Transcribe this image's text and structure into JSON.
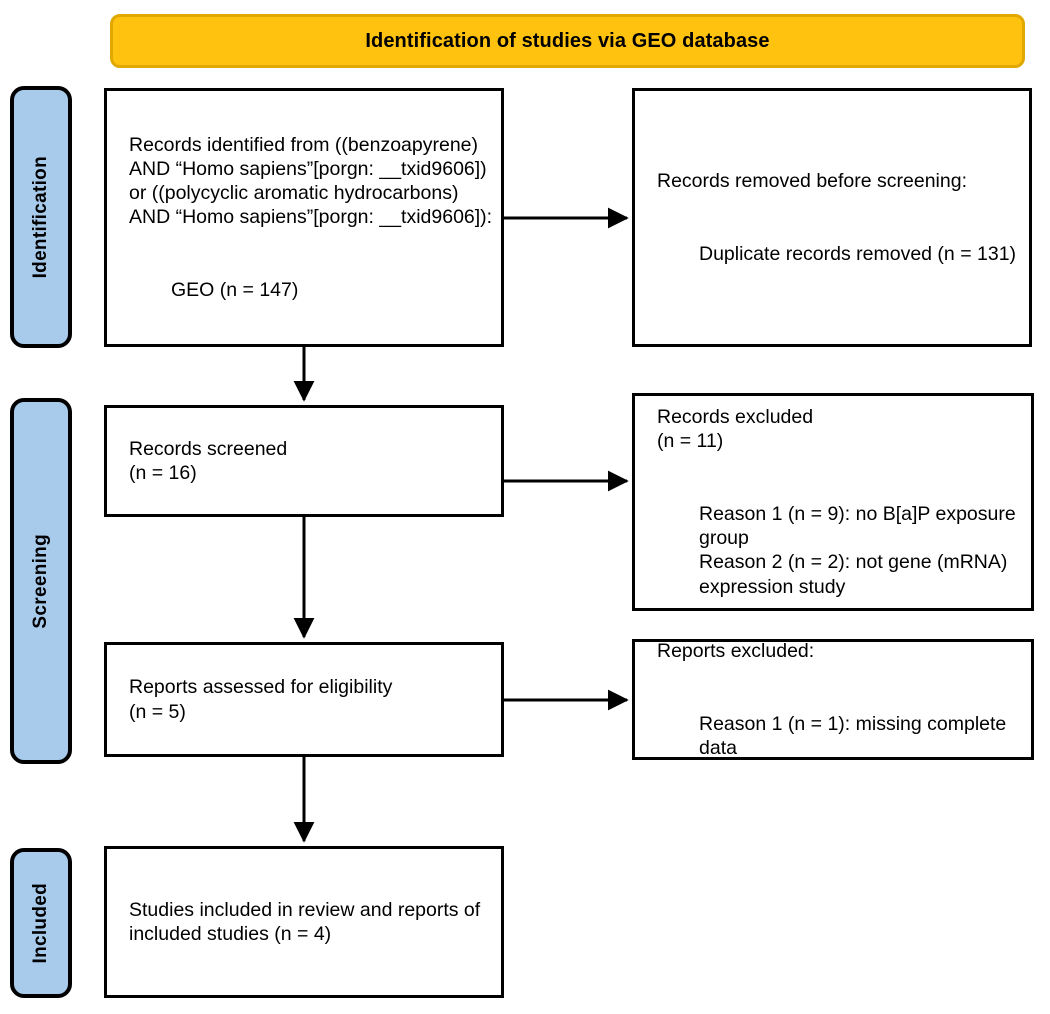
{
  "header": {
    "title": "Identification of studies via GEO database",
    "bg_color": "#FFC20E",
    "border_color": "#E0A800"
  },
  "stages": [
    {
      "id": "identification",
      "label": "Identification",
      "bg_color": "#A8CBEC"
    },
    {
      "id": "screening",
      "label": "Screening",
      "bg_color": "#A8CBEC"
    },
    {
      "id": "included",
      "label": "Included",
      "bg_color": "#A8CBEC"
    }
  ],
  "boxes": {
    "identified": {
      "main": "Records identified from ((benzoapyrene) AND “Homo sapiens”[porgn: __txid9606]) or ((polycyclic aromatic hydrocarbons) AND “Homo sapiens”[porgn: __txid9606]):",
      "sub": "GEO (n = 147)"
    },
    "removed": {
      "main": "Records removed before screening:",
      "sub": "Duplicate records removed (n = 131)"
    },
    "screened": {
      "main": "Records screened\n(n = 16)",
      "sub": ""
    },
    "excluded": {
      "main": "Records excluded\n(n = 11)",
      "sub": "Reason 1 (n = 9): no B[a]P exposure group\nReason 2 (n = 2): not gene (mRNA) expression study"
    },
    "eligibility": {
      "main": "Reports assessed for eligibility\n(n = 5)",
      "sub": ""
    },
    "reports_excluded": {
      "main": "Reports excluded:",
      "sub": "Reason 1 (n = 1): missing complete data"
    },
    "included": {
      "main": "Studies included in review and reports of included studies (n = 4)",
      "sub": ""
    }
  },
  "counts": {
    "geo_identified": 147,
    "duplicates_removed": 131,
    "records_screened": 16,
    "records_excluded": 11,
    "excluded_reason1": 9,
    "excluded_reason2": 2,
    "reports_assessed": 5,
    "reports_excluded_reason1": 1,
    "studies_included": 4
  },
  "connectors": [
    {
      "name": "identified-to-removed",
      "type": "horizontal-arrow"
    },
    {
      "name": "identified-to-screened",
      "type": "vertical-arrow"
    },
    {
      "name": "screened-to-excluded",
      "type": "horizontal-arrow"
    },
    {
      "name": "screened-to-eligibility",
      "type": "vertical-arrow"
    },
    {
      "name": "eligibility-to-reports-excluded",
      "type": "horizontal-arrow"
    },
    {
      "name": "eligibility-to-included",
      "type": "vertical-arrow"
    }
  ]
}
